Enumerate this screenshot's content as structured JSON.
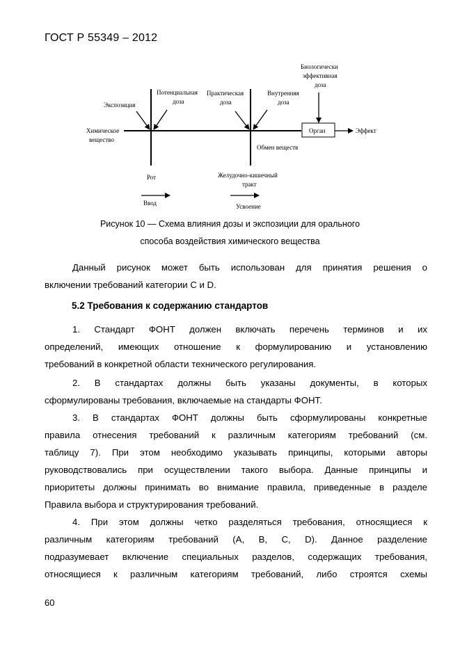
{
  "header": {
    "standard": "ГОСТ Р 55349 – 2012"
  },
  "diagram": {
    "labels": {
      "chem": [
        "Химическое",
        "вещество"
      ],
      "exposure": "Экспозиция",
      "potential": [
        "Потенциальная",
        "доза"
      ],
      "practical": [
        "Практическая",
        "доза"
      ],
      "internal": [
        "Внутренняя",
        "доза"
      ],
      "bio": [
        "Биологически",
        "эффективная",
        "доза"
      ],
      "organ": "Орган",
      "effect": "Эффект",
      "metab": "Обмен веществ",
      "mouth": "Рот",
      "git": [
        "Желудочно-кишечный",
        "тракт"
      ],
      "input": "Ввод",
      "absorb": "Усвоение"
    }
  },
  "caption": {
    "line1": "Рисунок 10 — Схема влияния дозы и экспозиции для орального",
    "line2": "способа воздействия химического вещества"
  },
  "para0": {
    "l1": "Данный рисунок может быть использован для принятия решения о",
    "l2": "включении требований категории С и D."
  },
  "section": {
    "title": "5.2 Требования к содержанию стандартов"
  },
  "item1": {
    "l1": "1. Стандарт ФОНТ должен включать перечень терминов и их",
    "l2": "определений, имеющих отношение к формулированию и установлению",
    "l3": "требований в конкретной области технического регулирования."
  },
  "item2": {
    "l1": "2. В стандартах должны быть указаны документы, в которых",
    "l2": "сформулированы требования, включаемые на стандарты ФОНТ."
  },
  "item3": {
    "l1": "3. В стандартах ФОНТ должны быть сформулированы конкретные",
    "l2": "правила отнесения требований к различным категориям требований (см.",
    "l3": "таблицу 7). При этом необходимо указывать принципы, которыми авторы",
    "l4": "руководствовались при осуществлении такого выбора. Данные принципы и",
    "l5": "приоритеты должны принимать во внимание правила, приведенные в разделе",
    "l6": "Правила выбора и структурирования требований."
  },
  "item4": {
    "l1": "4. При этом должны четко разделяться требования, относящиеся к",
    "l2": "различным категориям требований (А, В, С, D). Данное разделение",
    "l3": "подразумевает включение специальных разделов, содержащих требования,",
    "l4": "относящиеся к различным категориям требований, либо строятся схемы"
  },
  "footer": {
    "page": "60"
  }
}
